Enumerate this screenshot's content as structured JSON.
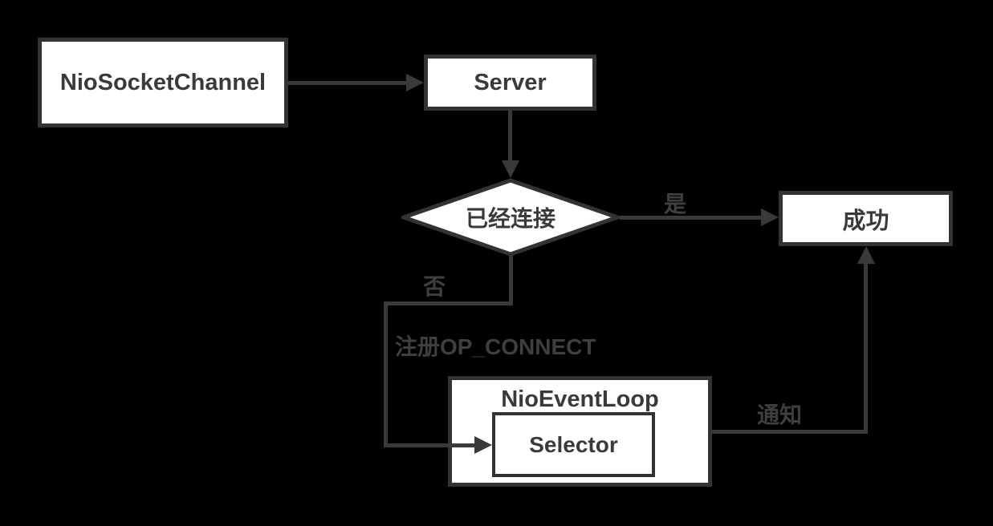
{
  "colors": {
    "background": "#000000",
    "node_fill": "#ffffff",
    "node_border": "#333333",
    "edge": "#3a3a3a",
    "node_text": "#3a3a3a",
    "edge_label": "#3f3f3f"
  },
  "nodes": {
    "nio_socket_channel": {
      "label": "NioSocketChannel",
      "shape": "rect"
    },
    "server": {
      "label": "Server",
      "shape": "rect"
    },
    "decision_connected": {
      "label": "已经连接",
      "shape": "diamond"
    },
    "success": {
      "label": "成功",
      "shape": "rect"
    },
    "nio_event_loop": {
      "label": "NioEventLoop",
      "shape": "rect-container"
    },
    "selector": {
      "label": "Selector",
      "shape": "rect"
    }
  },
  "edge_labels": {
    "yes": "是",
    "no": "否",
    "register_op_connect": "注册OP_CONNECT",
    "notify": "通知"
  }
}
